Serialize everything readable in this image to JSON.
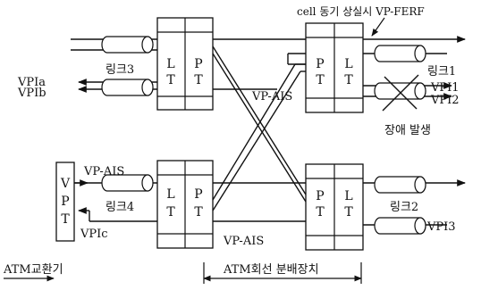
{
  "labels": {
    "vp_ferf": "cell 동기 상실시 VP-FERF",
    "link1": "링크1",
    "link2": "링크2",
    "link3": "링크3",
    "link4": "링크4",
    "vpia": "VPIa",
    "vpib": "VPIb",
    "vpic": "VPIc",
    "vpi1": "VPI1",
    "vpi2": "VPI2",
    "vpi3": "VPI3",
    "vp_ais_mid": "VP-AIS",
    "vp_ais_left": "VP-AIS",
    "vp_ais_bottom": "VP-AIS",
    "fault": "장애 발생",
    "atm_switch": "ATM교환기",
    "atm_dist": "ATM회선 분배장치"
  },
  "blocks": {
    "lt_l1": "L",
    "lt_l2": "T",
    "pt_p1": "P",
    "pt_p2": "T",
    "vpt_1": "V",
    "vpt_2": "P",
    "vpt_3": "T"
  }
}
